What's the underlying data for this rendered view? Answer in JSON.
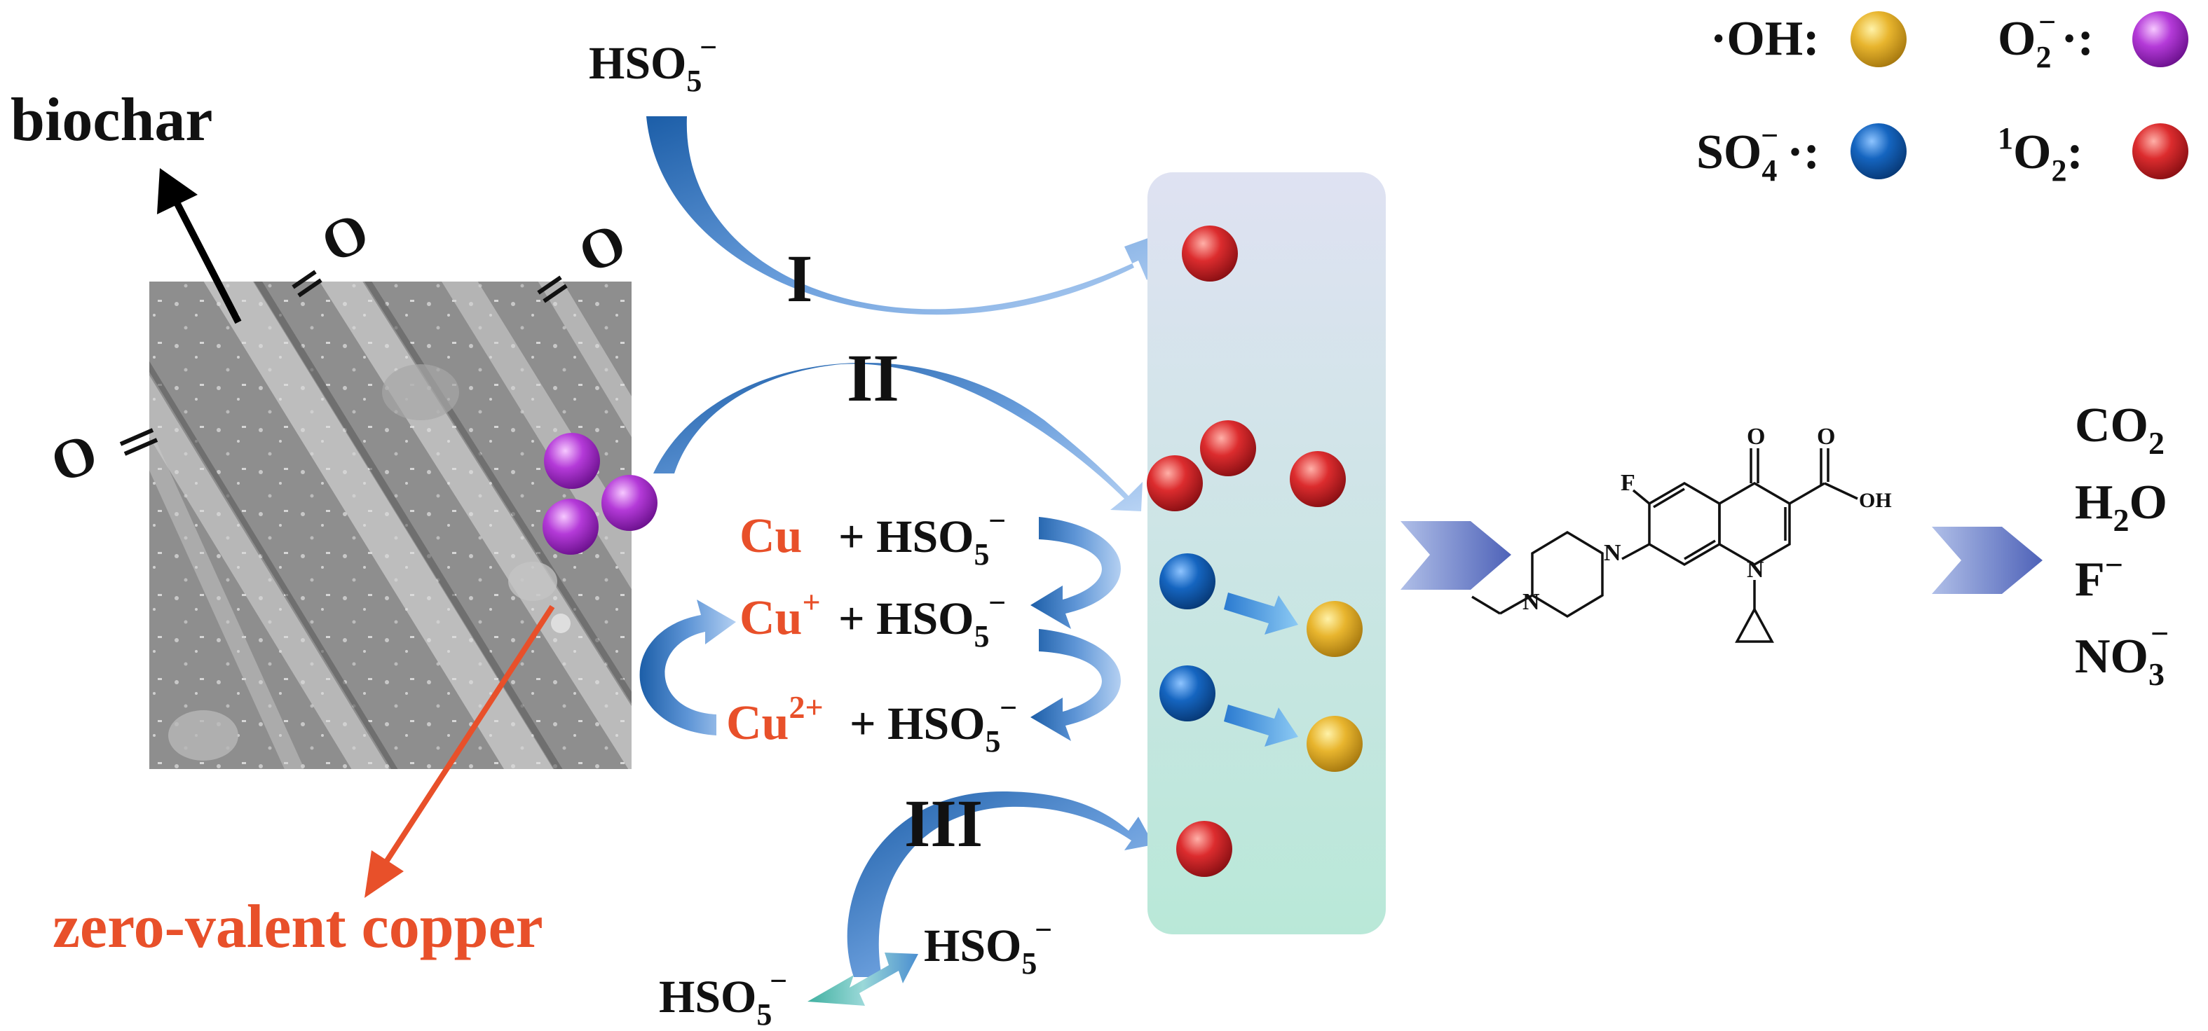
{
  "legend": {
    "oh_label": "·OH:",
    "o2rad_label_main": "O",
    "o2rad_label_sub": "2",
    "o2rad_label_sup": "−",
    "o2rad_label_tail": "·:",
    "so4_label_main": "SO",
    "so4_label_sub": "4",
    "so4_label_sup": "−",
    "so4_label_tail": "·:",
    "singlet_sup": "1",
    "singlet_main": "O",
    "singlet_sub": "2",
    "singlet_tail": ":",
    "colors": {
      "oh": "#e6b430",
      "superoxide": "#b030d8",
      "sulfate_radical": "#1060b8",
      "singlet_oxygen": "#d8282e"
    }
  },
  "labels": {
    "biochar": "biochar",
    "zero_valent_copper": "zero-valent copper",
    "oxygen_group": "O",
    "pathway_1": "I",
    "pathway_2": "II",
    "pathway_3": "III",
    "pms_main": "HSO",
    "pms_sub": "5",
    "pms_sup": "−"
  },
  "reactions": [
    {
      "species": "Cu",
      "charge": "",
      "rest": "+ HSO"
    },
    {
      "species": "Cu",
      "charge": "+",
      "rest": "+ HSO"
    },
    {
      "species": "Cu",
      "charge": "2+",
      "rest": "+ HSO"
    }
  ],
  "products": {
    "co2_main": "CO",
    "co2_sub": "2",
    "h2o_h": "H",
    "h2o_sub": "2",
    "h2o_o": "O",
    "fluoride": "F",
    "fluoride_sup": "−",
    "nitrate_main": "NO",
    "nitrate_sub": "3",
    "nitrate_sup": "−"
  },
  "molecule": {
    "f": "F",
    "o": "O",
    "oh": "OH",
    "n1": "N",
    "n2": "N",
    "n3": "N"
  }
}
